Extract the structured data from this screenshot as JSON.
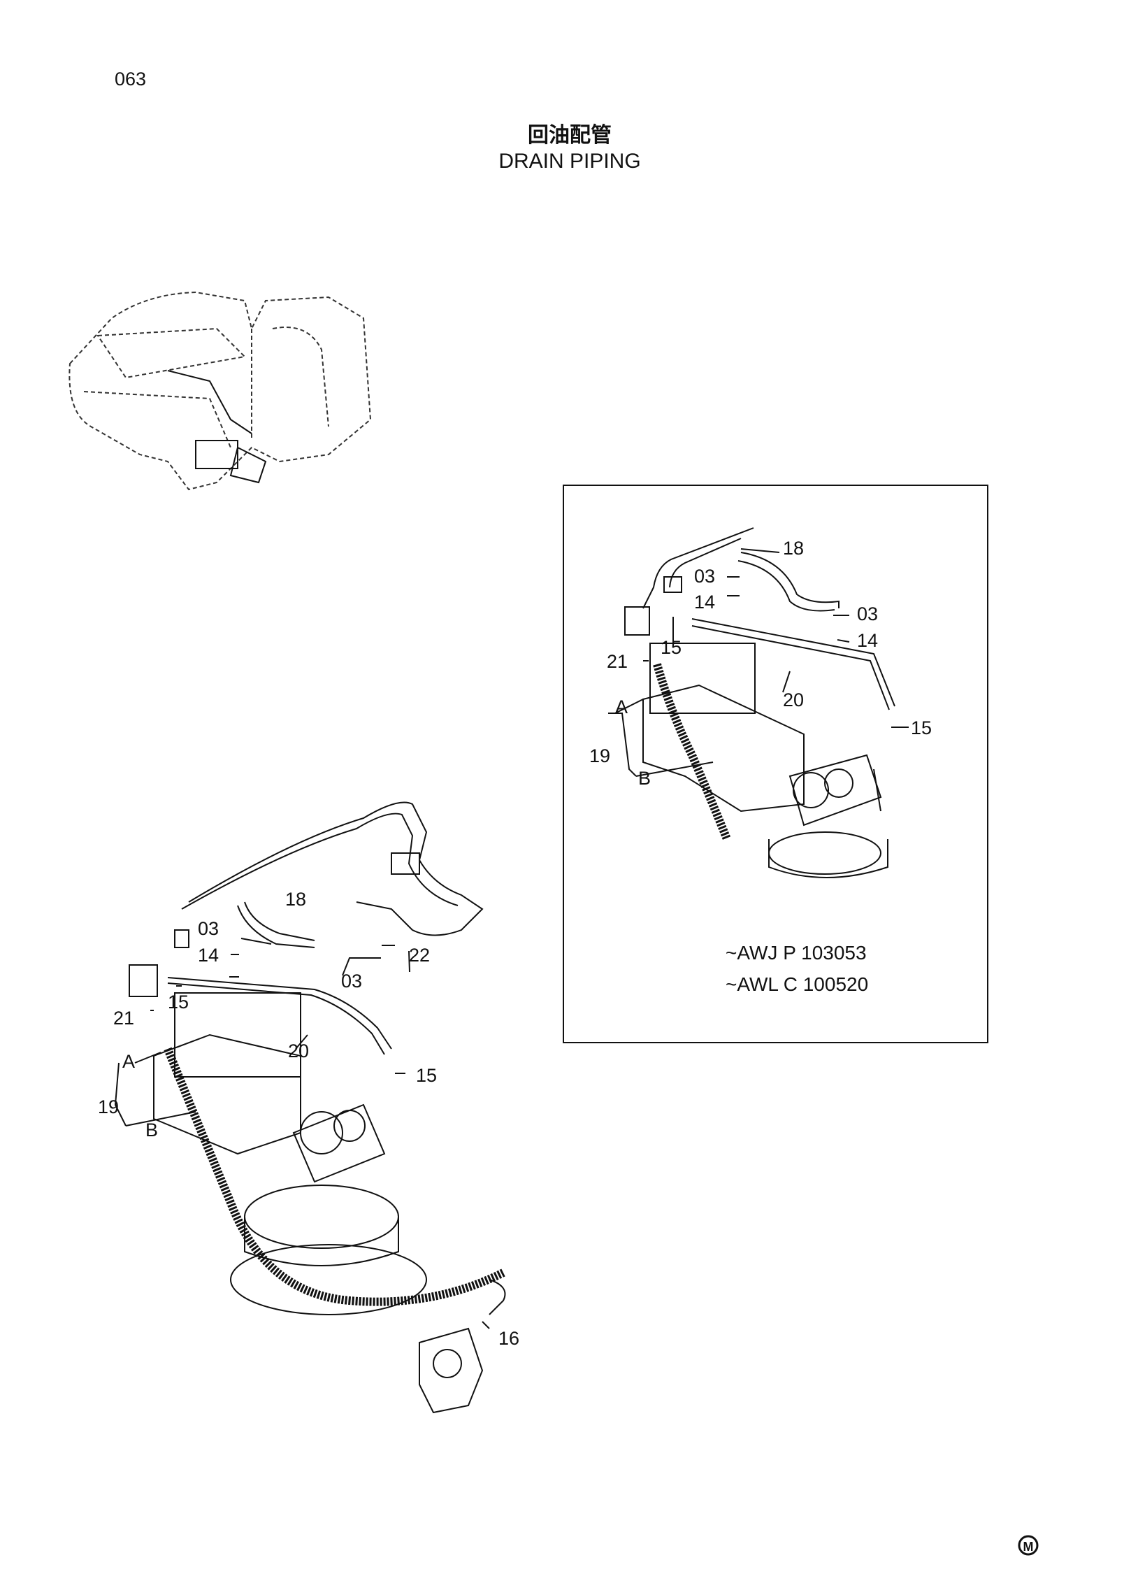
{
  "page": {
    "number": "063",
    "title_cn": "回油配管",
    "title_en": "DRAIN PIPING",
    "footer_mark": "M"
  },
  "inset": {
    "serials": [
      "~AWJ P 103053",
      "~AWL C 100520"
    ]
  },
  "labels": {
    "p18": "18",
    "p03": "03",
    "p14": "14",
    "p15": "15",
    "p21": "21",
    "p20": "20",
    "p19": "19",
    "pA": "A",
    "pB": "B",
    "p22": "22",
    "p16": "16"
  }
}
